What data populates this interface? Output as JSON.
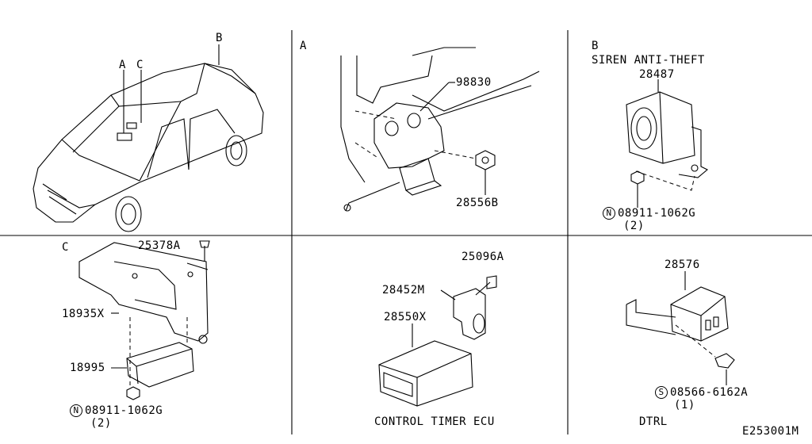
{
  "panels": {
    "overview": {
      "label_a": "A",
      "label_b": "B",
      "label_c": "C"
    },
    "a": {
      "title": "A",
      "part_1": "98830",
      "part_2": "28556B"
    },
    "b": {
      "title": "B",
      "caption": "SIREN ANTI-THEFT",
      "part_1": "28487",
      "fastener_symbol": "N",
      "fastener": "08911-1062G",
      "qty": "(2)"
    },
    "c": {
      "title": "C",
      "part_1": "25378A",
      "part_2": "18935X",
      "part_3": "18995",
      "fastener_symbol": "N",
      "fastener": "08911-1062G",
      "qty": "(2)"
    },
    "ecu": {
      "part_1": "25096A",
      "part_2": "28452M",
      "part_3": "28550X",
      "caption": "CONTROL TIMER ECU"
    },
    "dtrl": {
      "part_1": "28576",
      "fastener_symbol": "S",
      "fastener": "08566-6162A",
      "qty": "(1)",
      "caption": "DTRL"
    }
  },
  "diagram_id": "E253001M"
}
